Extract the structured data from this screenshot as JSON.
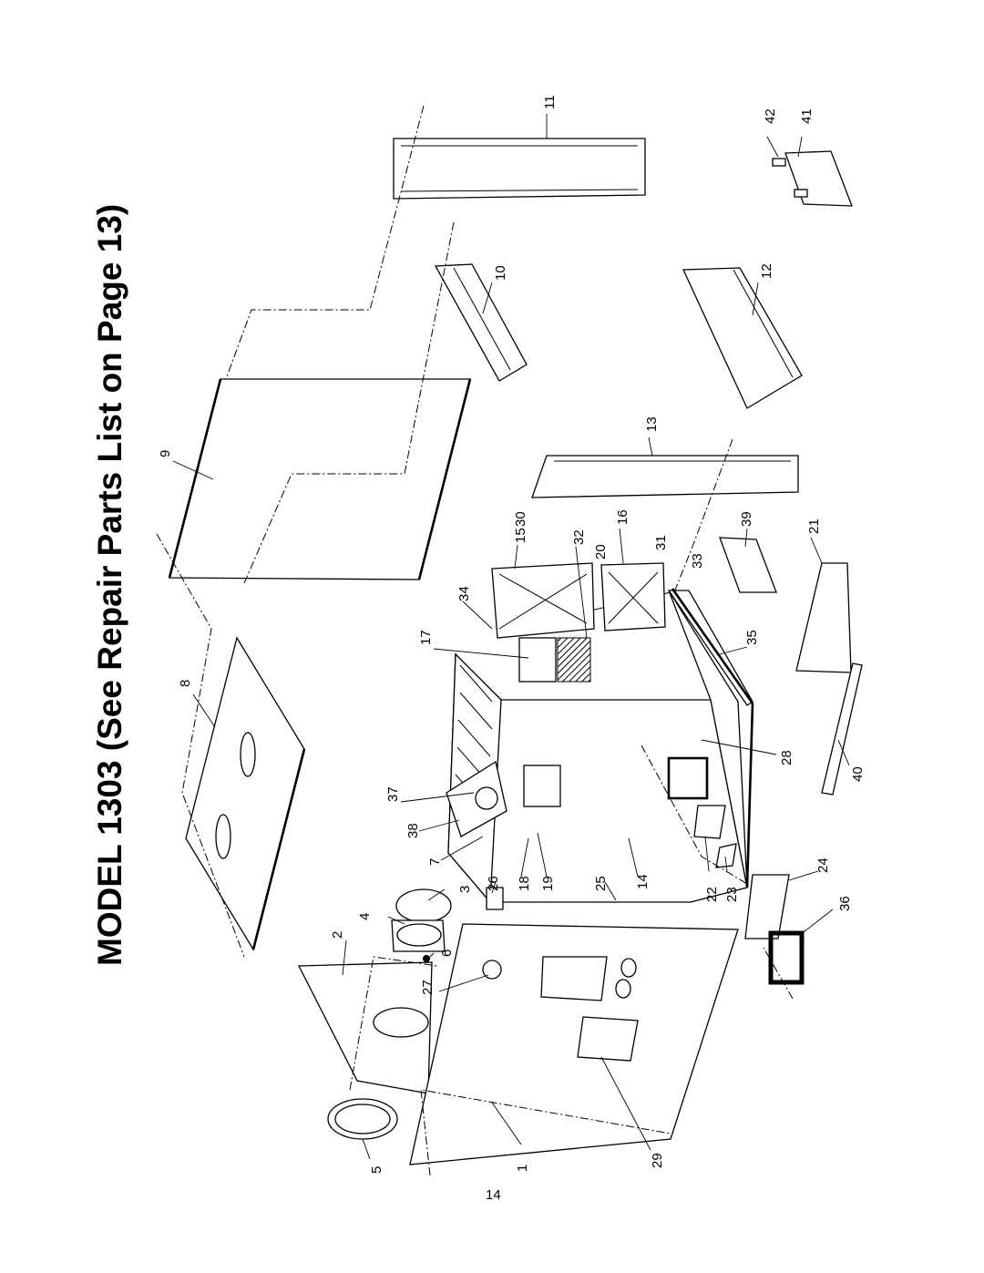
{
  "page": {
    "title": "MODEL 1303 (See Repair Parts List on Page 13)",
    "page_number": "14"
  },
  "callouts": [
    "1",
    "2",
    "3",
    "4",
    "5",
    "6",
    "7",
    "8",
    "9",
    "10",
    "11",
    "12",
    "13",
    "14",
    "15",
    "16",
    "17",
    "18",
    "19",
    "20",
    "21",
    "22",
    "23",
    "24",
    "25",
    "26",
    "27",
    "28",
    "29",
    "30",
    "31",
    "32",
    "33",
    "34",
    "35",
    "36",
    "37",
    "38",
    "39",
    "40",
    "41",
    "42"
  ]
}
